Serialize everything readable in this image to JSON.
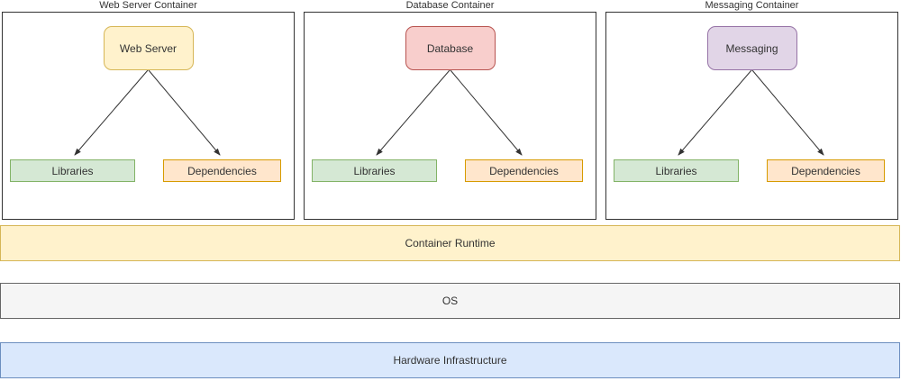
{
  "diagram": {
    "containers": [
      {
        "title": "Web Server Container",
        "node": {
          "label": "Web Server",
          "fill": "#FFF2CC",
          "stroke": "#D6B656"
        },
        "libraries": {
          "label": "Libraries",
          "fill": "#D5E8D4",
          "stroke": "#82B366"
        },
        "dependencies": {
          "label": "Dependencies",
          "fill": "#FFE6CC",
          "stroke": "#D79B00"
        }
      },
      {
        "title": "Database Container",
        "node": {
          "label": "Database",
          "fill": "#F8CECC",
          "stroke": "#B85450"
        },
        "libraries": {
          "label": "Libraries",
          "fill": "#D5E8D4",
          "stroke": "#82B366"
        },
        "dependencies": {
          "label": "Dependencies",
          "fill": "#FFE6CC",
          "stroke": "#D79B00"
        }
      },
      {
        "title": "Messaging Container",
        "node": {
          "label": "Messaging",
          "fill": "#E1D5E7",
          "stroke": "#9673A6"
        },
        "libraries": {
          "label": "Libraries",
          "fill": "#D5E8D4",
          "stroke": "#82B366"
        },
        "dependencies": {
          "label": "Dependencies",
          "fill": "#FFE6CC",
          "stroke": "#D79B00"
        }
      }
    ],
    "layers": [
      {
        "label": "Container Runtime",
        "fill": "#FFF2CC",
        "stroke": "#D6B656"
      },
      {
        "label": "OS",
        "fill": "#F5F5F5",
        "stroke": "#666666"
      },
      {
        "label": "Hardware Infrastructure",
        "fill": "#DAE8FC",
        "stroke": "#6C8EBF"
      }
    ],
    "arrow_color": "#333333"
  }
}
